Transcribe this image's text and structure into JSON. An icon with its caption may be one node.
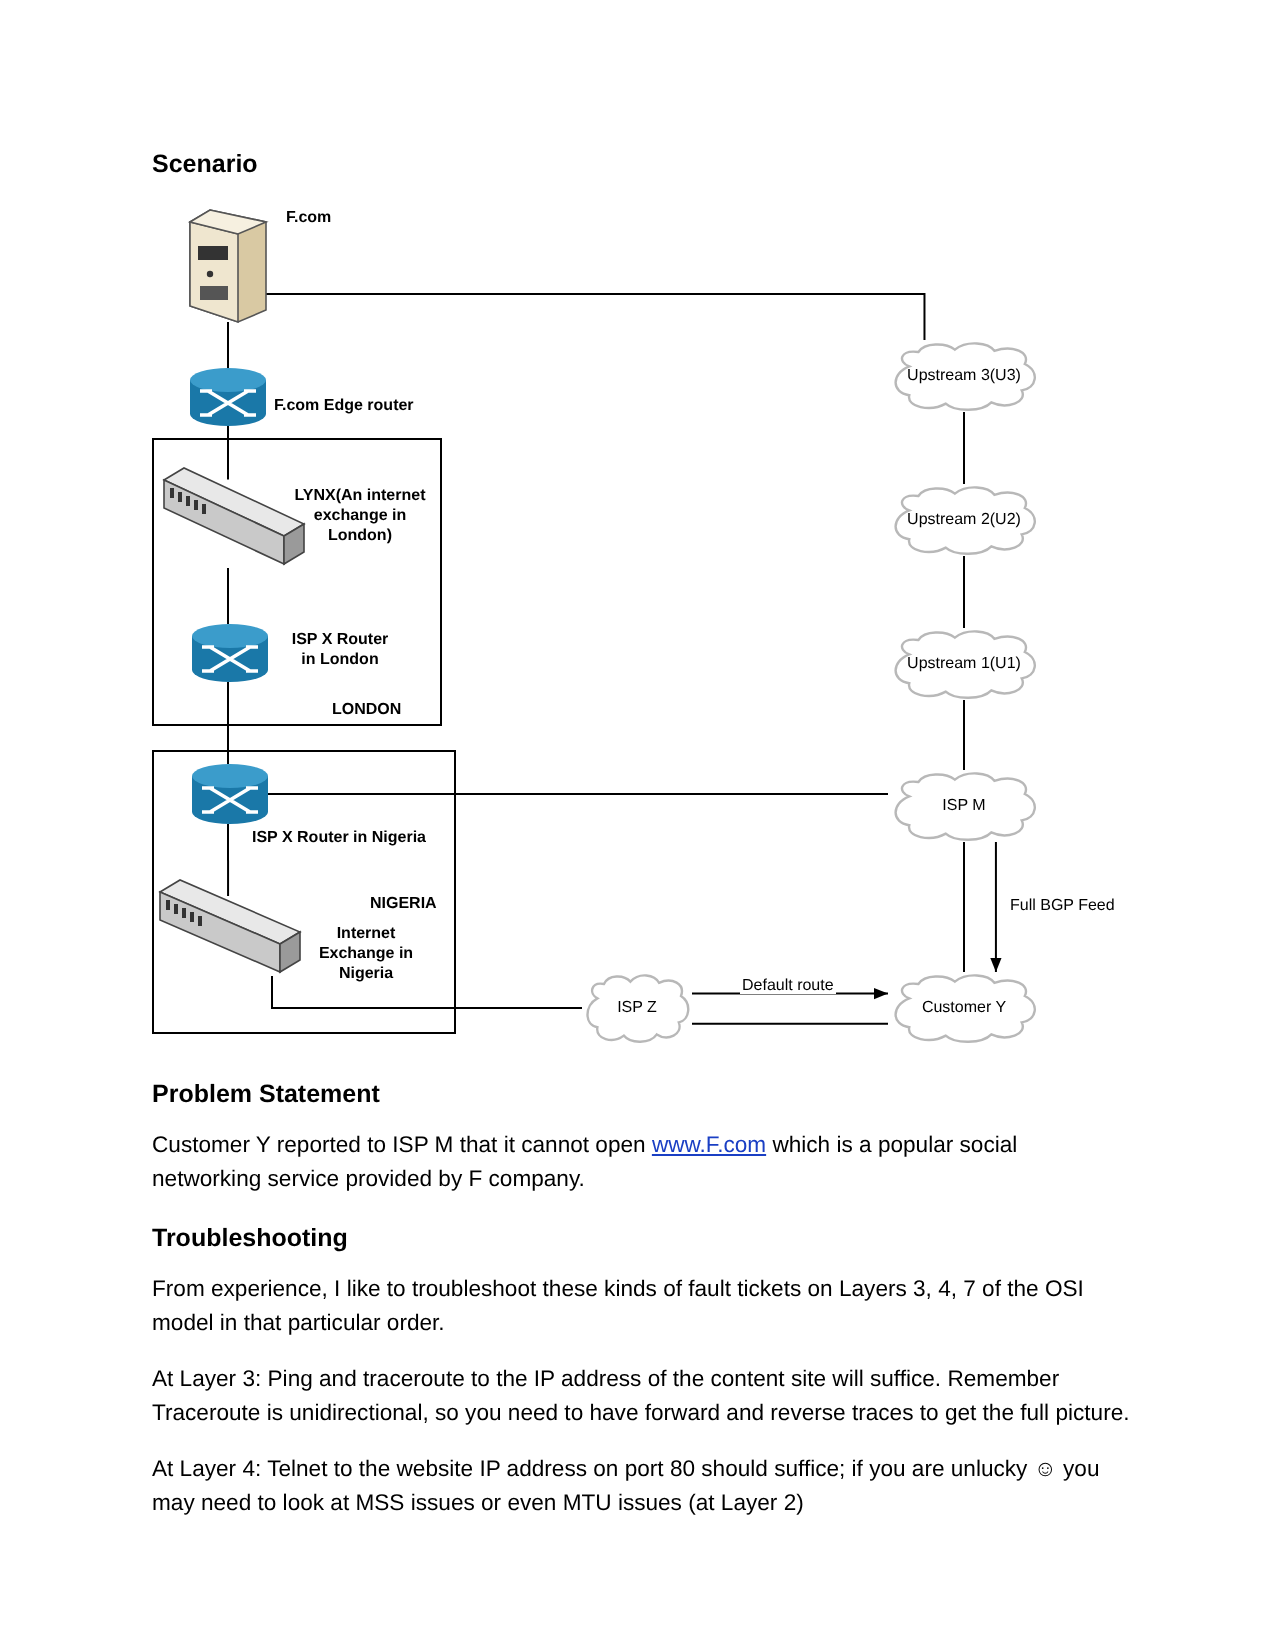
{
  "diagram": {
    "title": "Scenario",
    "nodes": [
      {
        "text": [
          "F.com"
        ]
      },
      {
        "text": [
          "F.com Edge router"
        ]
      },
      {
        "text": [
          "LONDON"
        ]
      },
      {
        "text": [
          "LYNX(An internet exchange in London)"
        ],
        "in": 2
      },
      {
        "text": [
          "ISP X Router in London"
        ],
        "in": 2
      },
      {
        "text": [
          "NIGERIA"
        ]
      },
      {
        "text": [
          "ISP X Router in Nigeria"
        ],
        "in": 5
      },
      {
        "text": [
          "Internet Exchange in Nigeria"
        ],
        "in": 5
      },
      {
        "text": [
          "Upstream 3(U3)"
        ]
      },
      {
        "text": [
          "Upstream 2(U2)"
        ]
      },
      {
        "text": [
          "Upstream 1(U1)"
        ]
      },
      {
        "text": [
          "ISP M"
        ]
      },
      {
        "text": [
          "ISP Z"
        ]
      },
      {
        "text": [
          "Customer Y"
        ]
      }
    ],
    "edges": [
      {
        "from": 0,
        "to": 8,
        "arrow": "none"
      },
      {
        "from": 0,
        "to": 1,
        "arrow": "none"
      },
      {
        "from": 1,
        "to": 3,
        "arrow": "none"
      },
      {
        "from": 3,
        "to": 4,
        "arrow": "none"
      },
      {
        "from": 4,
        "to": 6,
        "arrow": "none"
      },
      {
        "from": 6,
        "to": 11,
        "arrow": "none"
      },
      {
        "from": 8,
        "to": 9,
        "arrow": "none"
      },
      {
        "from": 9,
        "to": 10,
        "arrow": "none"
      },
      {
        "from": 10,
        "to": 11,
        "arrow": "none"
      },
      {
        "from": 11,
        "to": 13,
        "arrow": "none"
      },
      {
        "from": 11,
        "to": 13,
        "arrow": "to",
        "label": "Full BGP Feed"
      },
      {
        "from": 6,
        "to": 7,
        "arrow": "none"
      },
      {
        "from": 7,
        "to": 12,
        "arrow": "none"
      },
      {
        "from": 12,
        "to": 13,
        "arrow": "none"
      },
      {
        "from": 12,
        "to": 13,
        "arrow": "to",
        "label": "Default route"
      }
    ],
    "labels": [
      "Problem Statement",
      "Customer Y reported to ISP M that it cannot open",
      "www.F.com",
      "which is a popular social networking service provided by F company.",
      "Troubleshooting",
      "From experience, I like to troubleshoot these kinds of fault tickets on Layers 3, 4, 7 of the OSI model in that particular order.",
      "At Layer 3: Ping and traceroute to the IP address of the content site will suffice. Remember Traceroute is unidirectional, so you need to have forward and reverse traces to get the full picture.",
      "At Layer 4:  Telnet to the website IP address on port 80 should suffice; if you are unlucky ☺ you may need to look at MSS issues or even MTU issues (at Layer 2)"
    ]
  }
}
